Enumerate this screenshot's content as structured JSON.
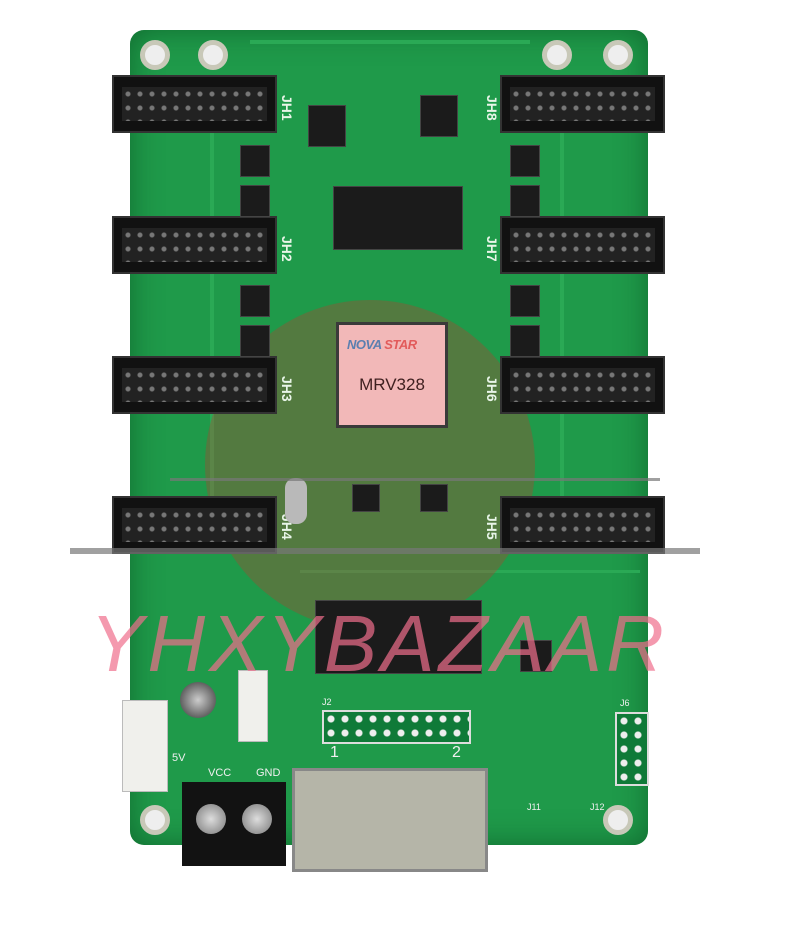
{
  "board": {
    "chip_brand": {
      "nova": "NOVA",
      "star": "STAR"
    },
    "chip_model": "MRV328",
    "headers": [
      "JH1",
      "JH2",
      "JH3",
      "JH4",
      "JH5",
      "JH6",
      "JH7",
      "JH8"
    ],
    "power_labels": {
      "vcc": "VCC",
      "gnd": "GND",
      "v5": "5V"
    },
    "port_labels": {
      "one": "1",
      "two": "2"
    },
    "connector_labels": {
      "j2": "J2",
      "j6": "J6",
      "j11": "J11",
      "j12": "J12"
    }
  },
  "watermark": "YHXYBAZAAR",
  "colors": {
    "pcb": "#1f9a4a",
    "watermark": "#f06e8c"
  }
}
